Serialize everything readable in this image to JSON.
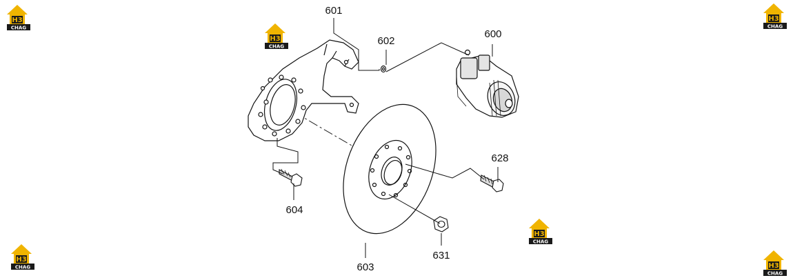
{
  "callouts": {
    "p600": "600",
    "p601": "601",
    "p602": "602",
    "p603": "603",
    "p604": "604",
    "p628": "628",
    "p631": "631"
  },
  "watermark": {
    "mark": "H3",
    "text": "CHAG",
    "colors": {
      "gold": "#f0b400",
      "dark": "#1a1a1a"
    }
  }
}
